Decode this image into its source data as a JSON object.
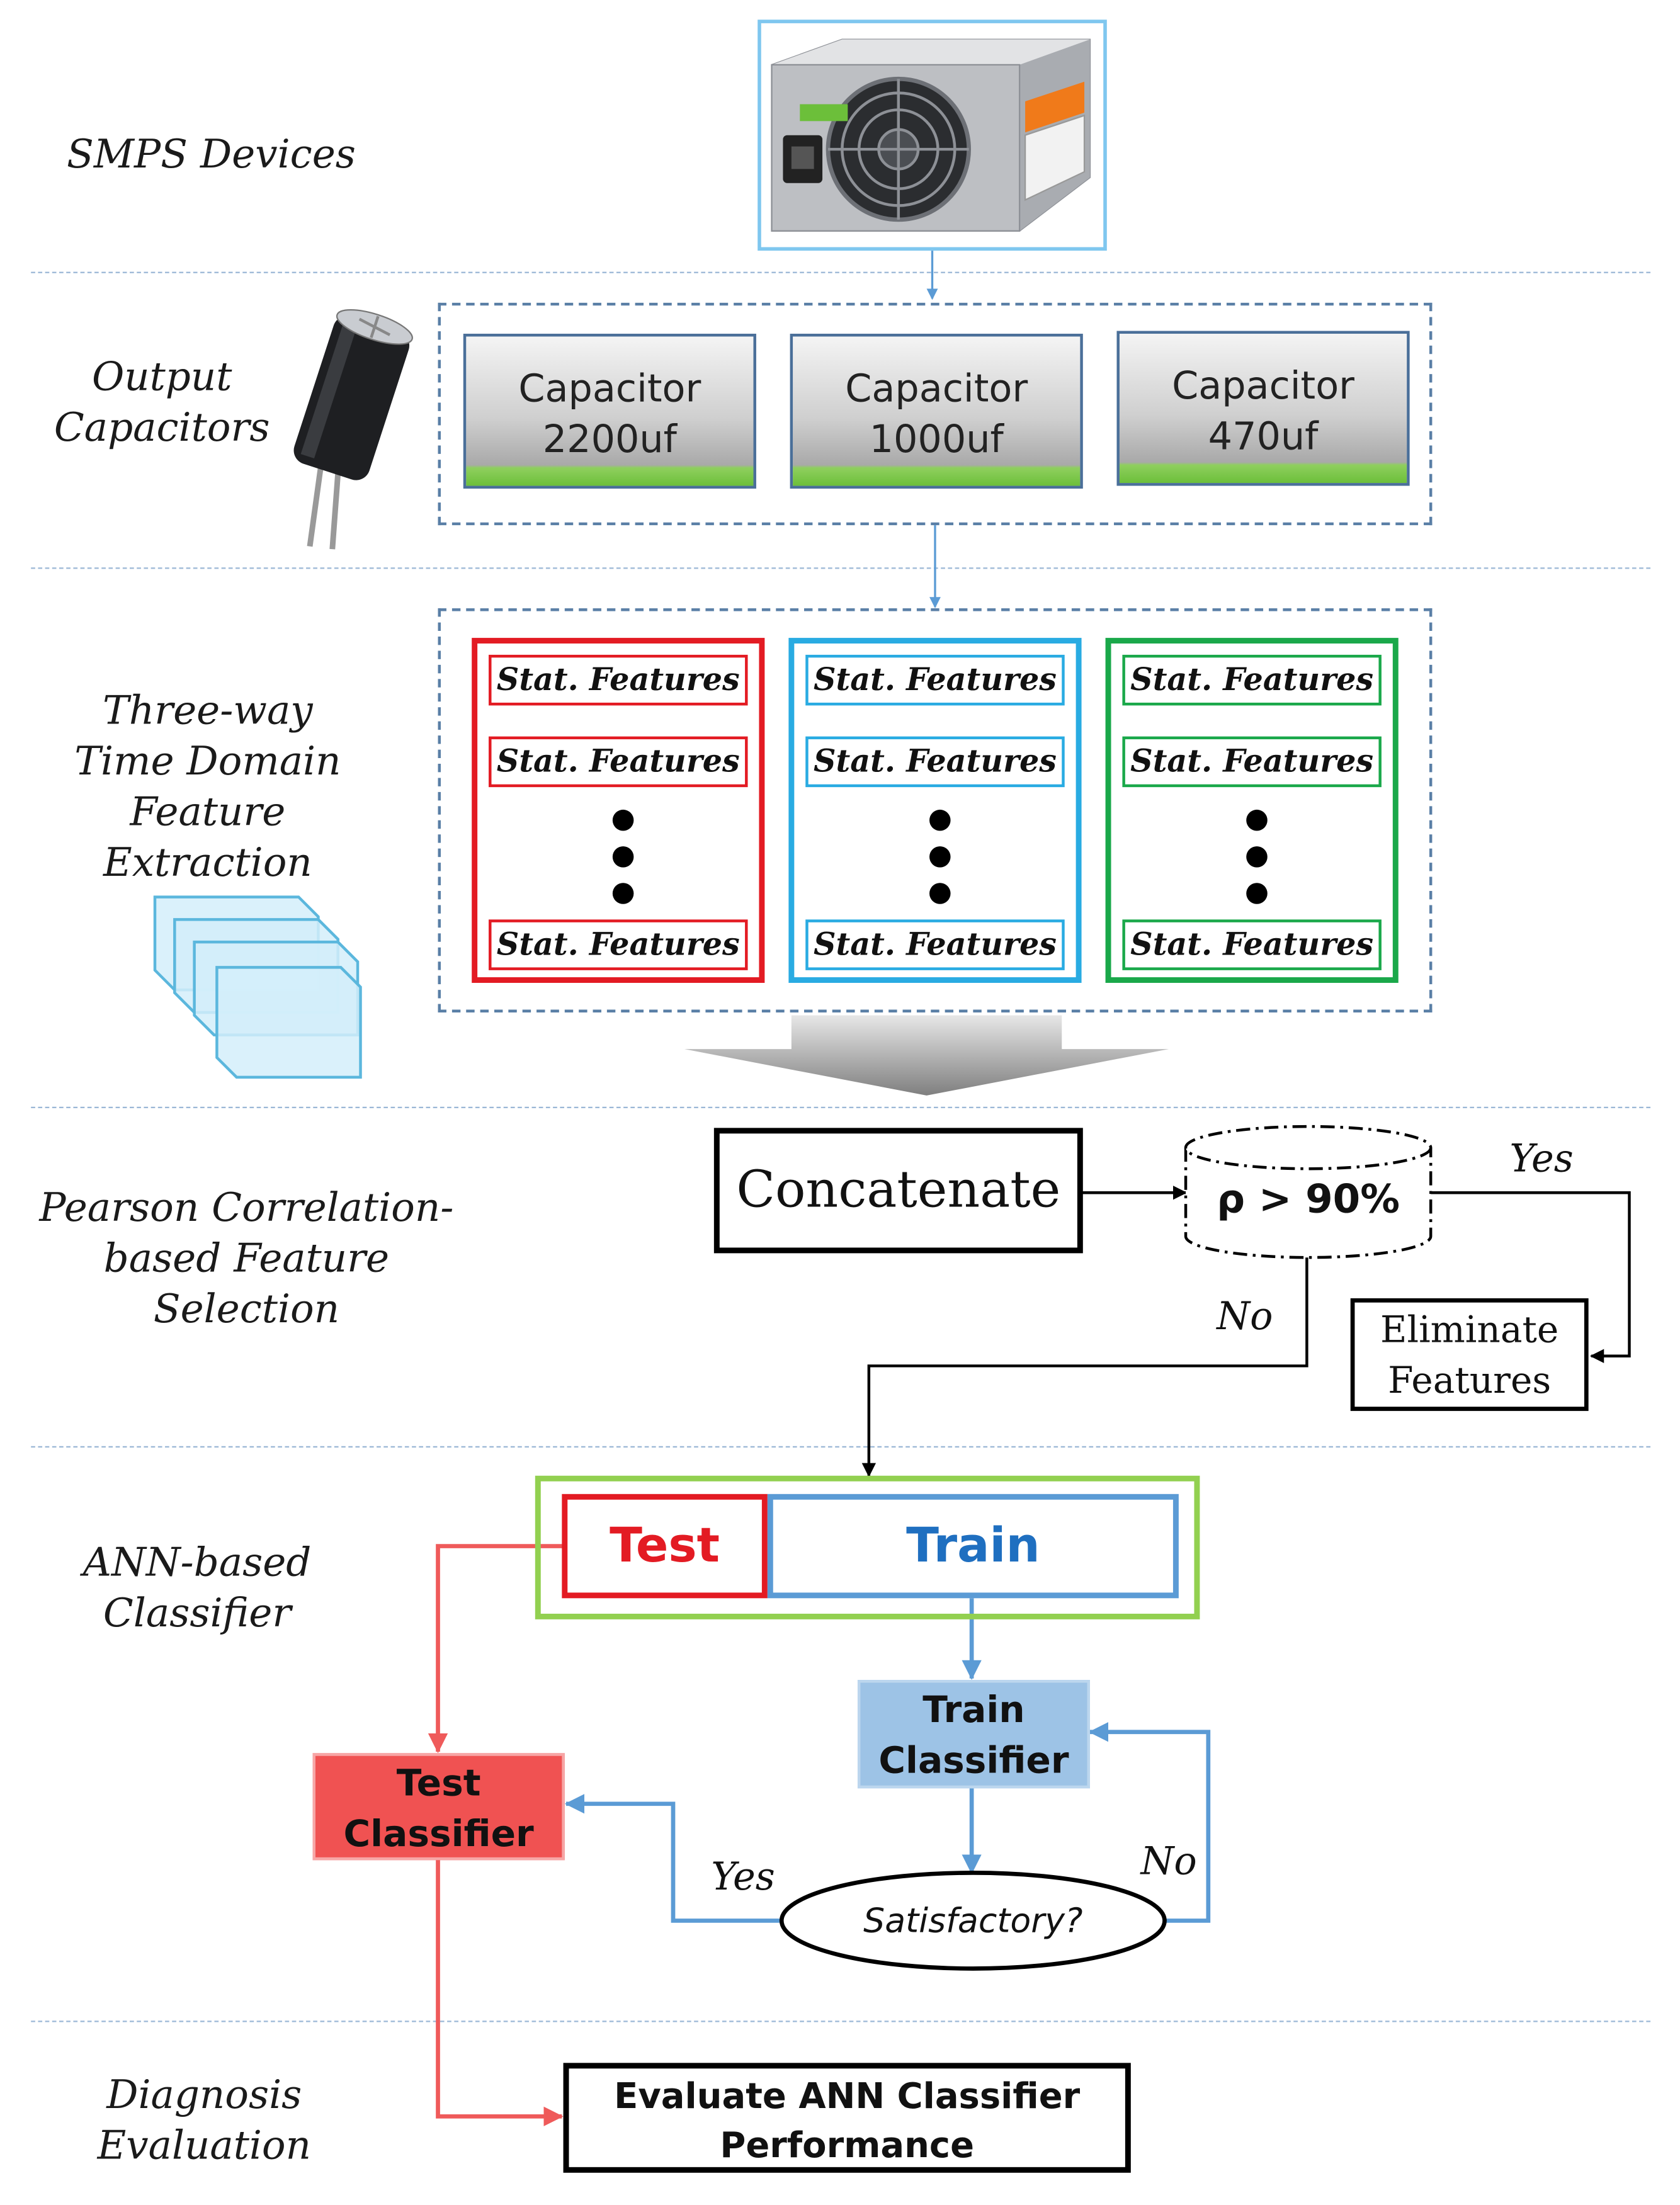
{
  "stages": {
    "smps": "SMPS Devices",
    "output_caps": [
      "Output",
      "Capacitors"
    ],
    "feature_extraction": [
      "Three-way",
      "Time Domain",
      "Feature",
      "Extraction"
    ],
    "feature_selection": [
      "Pearson Correlation-",
      "based Feature",
      "Selection"
    ],
    "classifier": [
      "ANN-based",
      "Classifier"
    ],
    "evaluation": [
      "Diagnosis",
      "Evaluation"
    ]
  },
  "capacitors": [
    {
      "line1": "Capacitor",
      "line2": "2200uf"
    },
    {
      "line1": "Capacitor",
      "line2": "1000uf"
    },
    {
      "line1": "Capacitor",
      "line2": "470uf"
    }
  ],
  "feature_label": "Stat. Features",
  "group_colors": [
    "#e31b23",
    "#29abe2",
    "#1aa84a"
  ],
  "concatenate": "Concatenate",
  "condition": "ρ > 90%",
  "yes": "Yes",
  "no": "No",
  "eliminate": [
    "Eliminate",
    "Features"
  ],
  "split": {
    "test": "Test",
    "train": "Train"
  },
  "train_classifier": [
    "Train",
    "Classifier"
  ],
  "test_classifier": [
    "Test",
    "Classifier"
  ],
  "satisfactory": "Satisfactory?",
  "evaluate": [
    "Evaluate ANN Classifier",
    "Performance"
  ]
}
